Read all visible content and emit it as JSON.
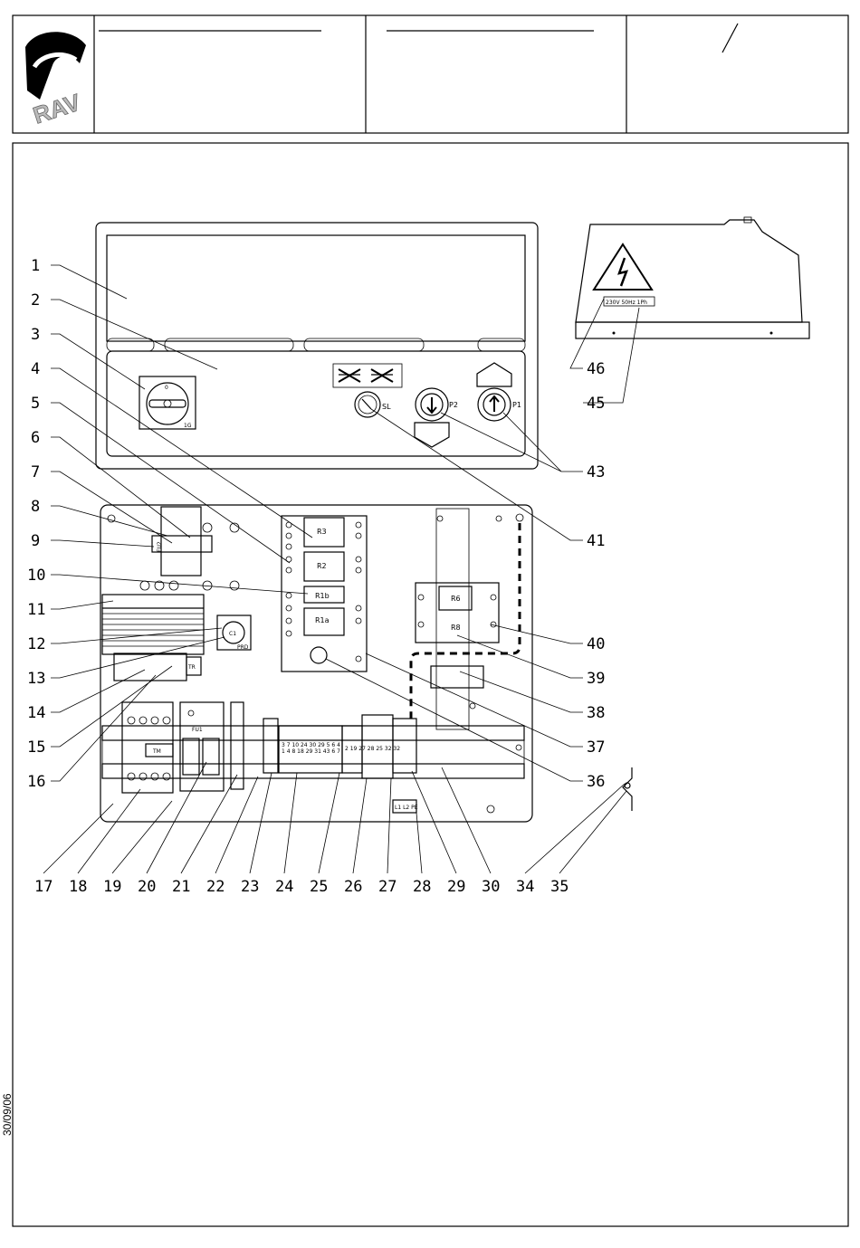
{
  "header": {
    "logo_text": "RAV",
    "field_1": "",
    "field_2": "",
    "sheet_mark": "/"
  },
  "date_stamp": "30/09/06",
  "panel": {
    "selector_top": "0",
    "selector_bottom": "1G",
    "sl_label": "SL",
    "p1_label": "P1",
    "p2_label": "P2",
    "warning_label": "230V 50Hz 1Ph"
  },
  "components": {
    "r3": "R3",
    "r2": "R2",
    "r1b": "R1b",
    "r1a": "R1a",
    "r6": "R6",
    "r8": "R8",
    "fu2": "FU2",
    "fu1": "FU1",
    "tm": "TM",
    "tr": "TR",
    "prd": "PRD",
    "c1": "C1",
    "terminals_top": "3 7 10 24 30 29 5 6 4",
    "terminals_bottom": "1 4 8 18 29 31 43 6 7",
    "terminals_mid": "2 19 27 28 25 32 32",
    "supply_terminals": "L1 L2 PE"
  },
  "callouts_left": [
    "1",
    "2",
    "3",
    "4",
    "5",
    "6",
    "7",
    "8",
    "9",
    "10",
    "11",
    "12",
    "13",
    "14",
    "15",
    "16"
  ],
  "callouts_bottom": [
    "17",
    "18",
    "19",
    "20",
    "21",
    "22",
    "23",
    "24",
    "25",
    "26",
    "27",
    "28",
    "29",
    "30",
    "34",
    "35"
  ],
  "callouts_right": [
    "46",
    "45",
    "43",
    "41",
    "40",
    "39",
    "38",
    "37",
    "36"
  ]
}
